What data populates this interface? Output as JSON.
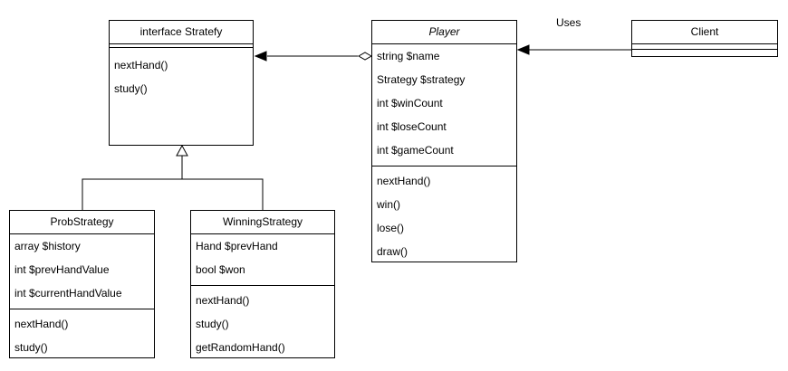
{
  "classes": {
    "strategy": {
      "name": "interface Stratefy",
      "attributes": [],
      "methods": [
        "nextHand()",
        "study()"
      ]
    },
    "player": {
      "name": "Player",
      "attributes": [
        "string $name",
        "Strategy $strategy",
        "int $winCount",
        "int $loseCount",
        "int $gameCount"
      ],
      "methods": [
        "nextHand()",
        "win()",
        "lose()",
        "draw()"
      ]
    },
    "client": {
      "name": "Client",
      "attributes": [],
      "methods": []
    },
    "prob_strategy": {
      "name": "ProbStrategy",
      "attributes": [
        "array $history",
        "int $prevHandValue",
        "int $currentHandValue"
      ],
      "methods": [
        "nextHand()",
        "study()"
      ]
    },
    "winning_strategy": {
      "name": "WinningStrategy",
      "attributes": [
        "Hand $prevHand",
        "bool $won"
      ],
      "methods": [
        "nextHand()",
        "study()",
        "getRandomHand()"
      ]
    }
  },
  "relations": {
    "uses_label": "Uses"
  }
}
